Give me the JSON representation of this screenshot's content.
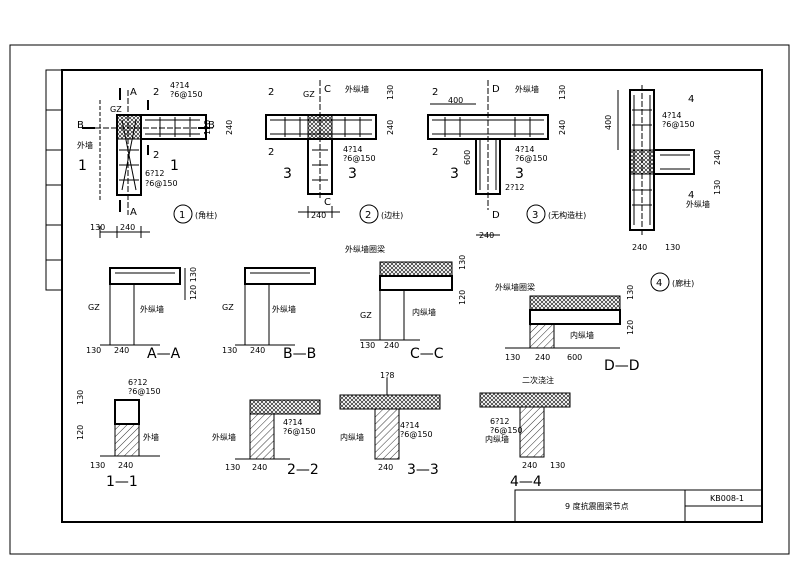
{
  "details": {
    "d1": {
      "num": "1",
      "label": "(角柱)"
    },
    "d2": {
      "num": "2",
      "label": "(边柱)"
    },
    "d3": {
      "num": "3",
      "label": "(无构造柱)"
    },
    "d4": {
      "num": "4",
      "label": "(廊柱)"
    }
  },
  "labels": {
    "outer_wall": "外墙",
    "outer_long_wall": "外纵墙",
    "inner_long_wall": "内纵墙",
    "outer_long_ring": "外纵墙圈梁",
    "secondary_pour": "二次浇注",
    "gz": "GZ",
    "ring_4d14": "4?14",
    "stirrup_6_150": "?6@150",
    "stirrup_6_150b": "?6@150",
    "bar_6d12": "6?12",
    "bar_2d12": "2?12",
    "bar_1d8": "1?8"
  },
  "dims": {
    "d130": "130",
    "d240": "240",
    "d400": "400",
    "d600": "600",
    "d120": "120",
    "d120x130": "120 130"
  },
  "section_marks": {
    "A": "A",
    "B": "B",
    "C": "C",
    "D": "D",
    "n1": "1",
    "n2": "2",
    "n3": "3",
    "n4": "4"
  },
  "sections": {
    "AA": "A—A",
    "BB": "B—B",
    "CC": "C—C",
    "DD": "D—D",
    "s11": "1—1",
    "s22": "2—2",
    "s33": "3—3",
    "s44": "4—4"
  },
  "title_block": {
    "title": "9 度抗震圈梁节点",
    "code": "KB008-1"
  }
}
